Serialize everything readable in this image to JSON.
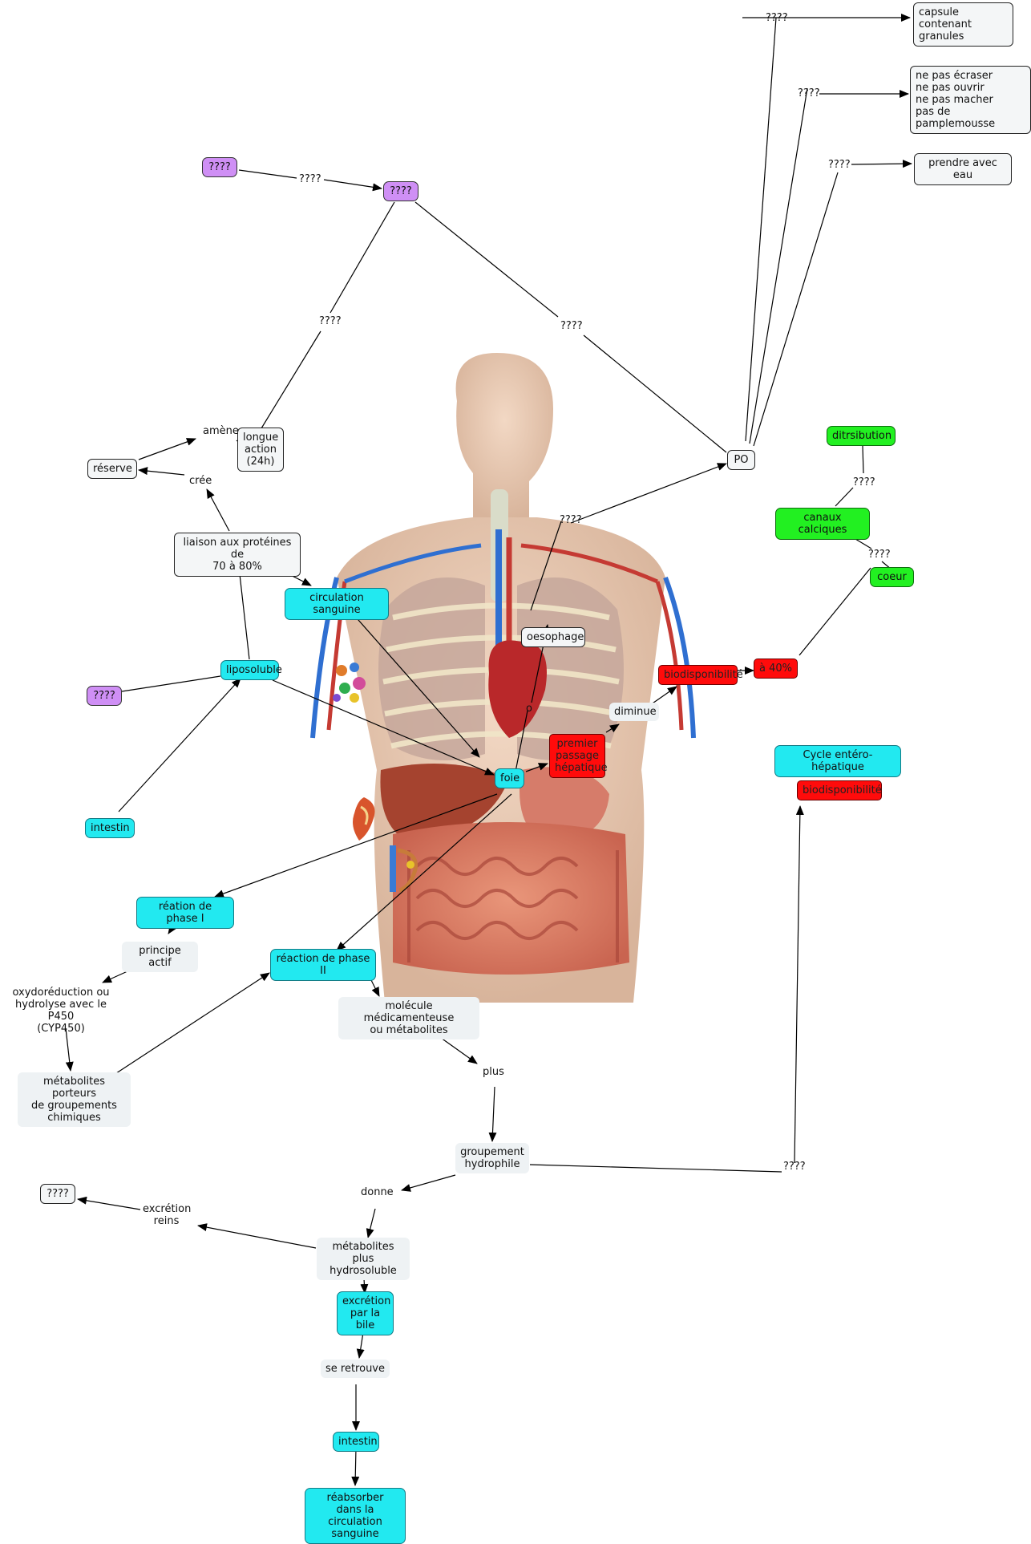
{
  "nodes": {
    "capsule": "capsule contenant\ngranules",
    "ne_pas": "ne  pas écraser\nne pas ouvrir\nne pas macher\npas de pamplemousse",
    "prendre_eau": "prendre avec eau",
    "unk_top1": "????",
    "unk_top2": "????",
    "unk_top3": "????",
    "purple_1": "????",
    "purple_2": "????",
    "purple_3": "????",
    "link_purple": "????",
    "link_longue": "????",
    "link_po": "????",
    "po": "PO",
    "amene": "amène",
    "longue_action": "longue\naction\n(24h)",
    "reserve": "réserve",
    "cree": "crée",
    "liaison": "liaison aux protéines de\n70 à 80%",
    "circulation": "circulation sanguine",
    "liposoluble": "liposoluble",
    "intestin_1": "intestin",
    "oesophage": "oesophage",
    "link_oeso": "????",
    "o_label": "o",
    "foie": "foie",
    "premier_passage": "premier\npassage\nhépatique",
    "diminue": "diminue",
    "biodispo_1": "biodisponibilité",
    "pct40": "à 40%",
    "distribution": "ditrsibution",
    "link_dist": "????",
    "canaux": "canaux calciques",
    "link_canaux": "????",
    "coeur": "coeur",
    "cycle": "Cycle entéro-hépatique",
    "biodispo_2": "biodisponibilité",
    "phase1": "réation de phase I",
    "principe": "principe actif",
    "oxydo": "oxydoréduction ou\nhydrolyse avec le P450\n(CYP450)",
    "metab_porteurs": "métabolites porteurs\nde groupements\nchimiques",
    "phase2": "réaction de phase II",
    "molecule": "molécule médicamenteuse\nou métabolites",
    "plus": "plus",
    "groupement": "groupement\nhydrophile",
    "link_groupement": "????",
    "donne": "donne",
    "unk_left": "????",
    "excretion_reins": "excrétion\nreins",
    "metab_hydro": "métabolites plus\nhydrosoluble",
    "excretion_bile": "excrétion\npar la bile",
    "se_retrouve": "se retrouve",
    "intestin_2": "intestin",
    "reabsorber": "réabsorber\ndans la circulation\nsanguine"
  },
  "colors": {
    "cyan": "#22e9f0",
    "red": "#ff0b0b",
    "green": "#22f021",
    "purple": "#cf8ff5",
    "neutral": "#f4f6f7"
  }
}
